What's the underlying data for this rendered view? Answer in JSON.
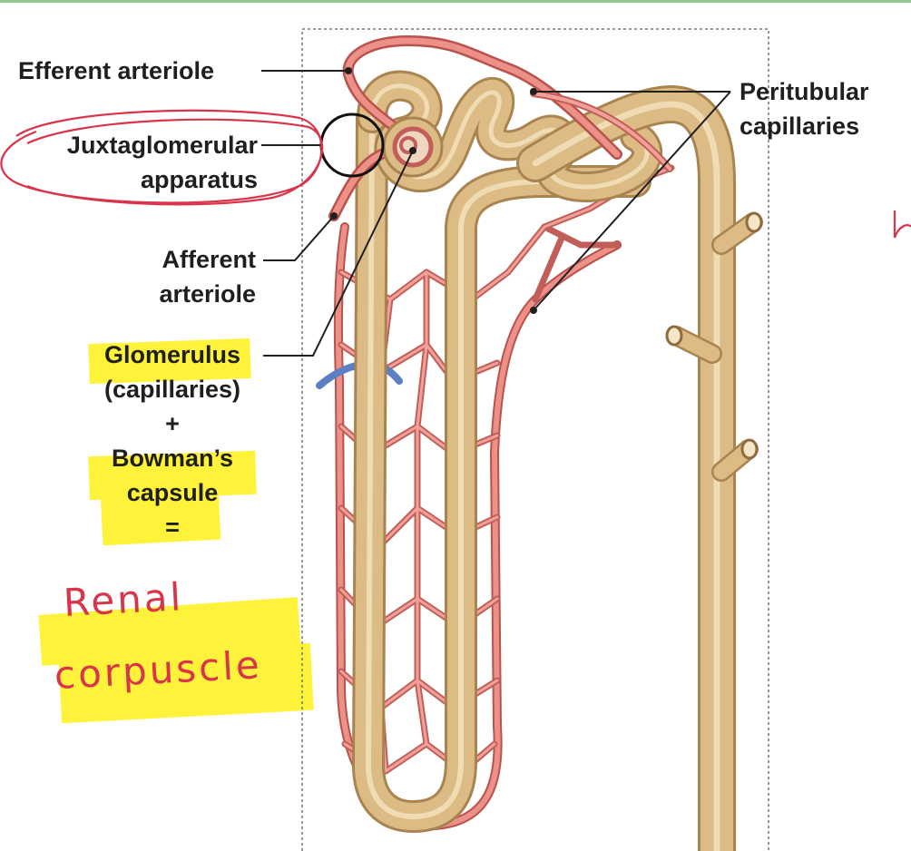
{
  "labels": {
    "efferent_arteriole": "Efferent arteriole",
    "juxtaglomerular_line1": "Juxtaglomerular",
    "juxtaglomerular_line2": "apparatus",
    "afferent_line1": "Afferent",
    "afferent_line2": "arteriole",
    "glomerulus_line1": "Glomerulus",
    "glomerulus_line2": "(capillaries)",
    "plus": "+",
    "bowmans_line1": "Bowman’s",
    "bowmans_line2": "capsule",
    "equals": "=",
    "peritubular_line1": "Peritubular",
    "peritubular_line2": "capillaries"
  },
  "annotations": {
    "handwritten_line1": "Renal",
    "handwritten_line2": "corpuscle"
  },
  "colors": {
    "highlight": "#fff23a",
    "ink": "#d8344a",
    "tubule": "#dcbb85",
    "capillary": "#e37f78"
  }
}
